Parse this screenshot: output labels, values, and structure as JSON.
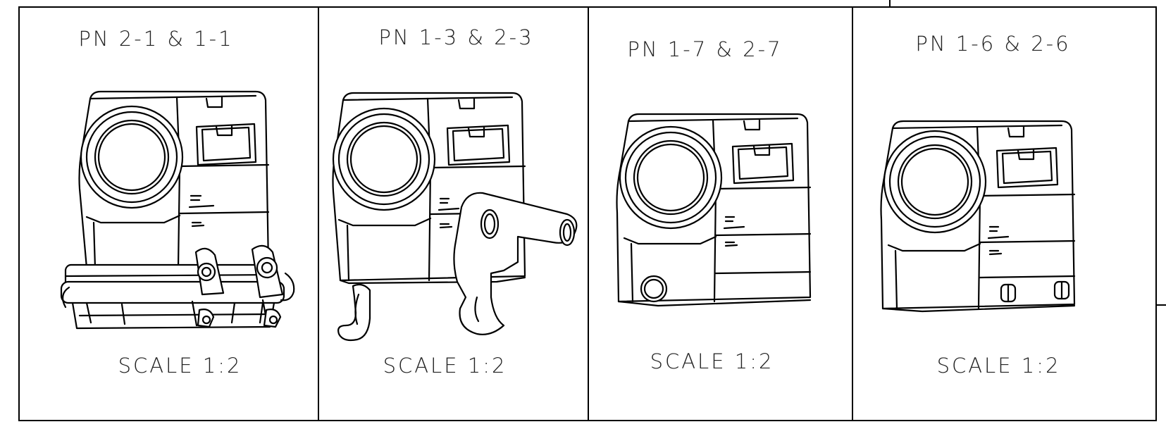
{
  "panels": [
    {
      "pn": "PN 2-1 & 1-1",
      "scale": "SCALE 1:2"
    },
    {
      "pn": "PN 1-3 & 2-3",
      "scale": "SCALE 1:2"
    },
    {
      "pn": "PN 1-7 & 2-7",
      "scale": "SCALE 1:2"
    },
    {
      "pn": "PN 1-6 & 2-6",
      "scale": "SCALE 1:2"
    }
  ]
}
